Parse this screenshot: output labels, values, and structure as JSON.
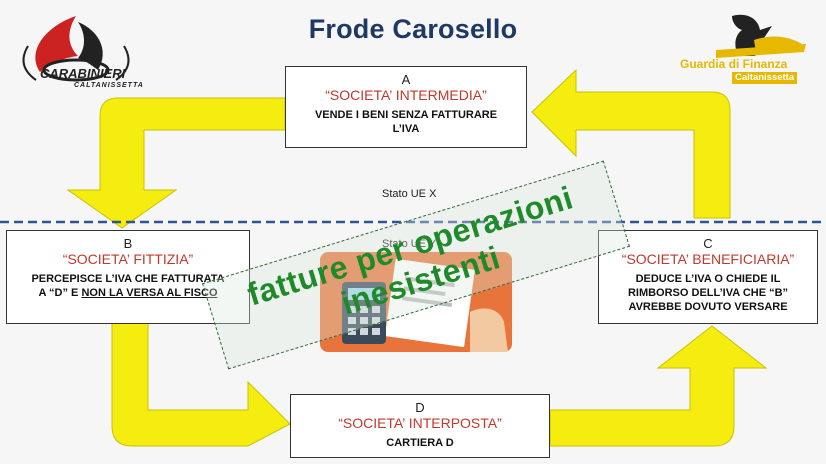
{
  "title": "Frode Carosello",
  "logos": {
    "left": {
      "name": "CARABINIERI",
      "sub": "CALTANISSETTA",
      "icon": "carabinieri-flame-logo"
    },
    "right": {
      "name": "Guardia di Finanza",
      "sub": "Caltanissetta",
      "icon": "griffin-logo"
    }
  },
  "states": {
    "top": "Stato UE X",
    "bottom": "Stato UE Y"
  },
  "boxes": {
    "a": {
      "letter": "A",
      "name": "“SOCIETA’ INTERMEDIA”",
      "desc1": "VENDE I BENI SENZA FATTURARE",
      "desc2": "L’IVA"
    },
    "b": {
      "letter": "B",
      "name": "“SOCIETA’ FITTIZIA”",
      "desc1": "PERCEPISCE L’IVA CHE FATTURATA",
      "desc2a": "A “D” E ",
      "desc2b": "NON LA VERSA AL FISCO"
    },
    "c": {
      "letter": "C",
      "name": "“SOCIETA’ BENEFICIARIA”",
      "desc1": "DEDUCE L’IVA O CHIEDE IL",
      "desc2": "RIMBORSO DELL’IVA CHE “B”",
      "desc3": "AVREBBE DOVUTO VERSARE"
    },
    "d": {
      "letter": "D",
      "name": "“SOCIETA’ INTERPOSTA”",
      "desc1": "CARTIERA D"
    }
  },
  "stamp": {
    "line1": "fatture per operazioni",
    "line2": "inesistenti",
    "icon": "invoice-calculator-icon"
  },
  "colors": {
    "arrow": "#f5ec10",
    "arrowStroke": "#c9c200",
    "divider": "#2f5597",
    "title": "#1f3864",
    "company": "#c0392b",
    "stamp": "#1e8a2a"
  }
}
